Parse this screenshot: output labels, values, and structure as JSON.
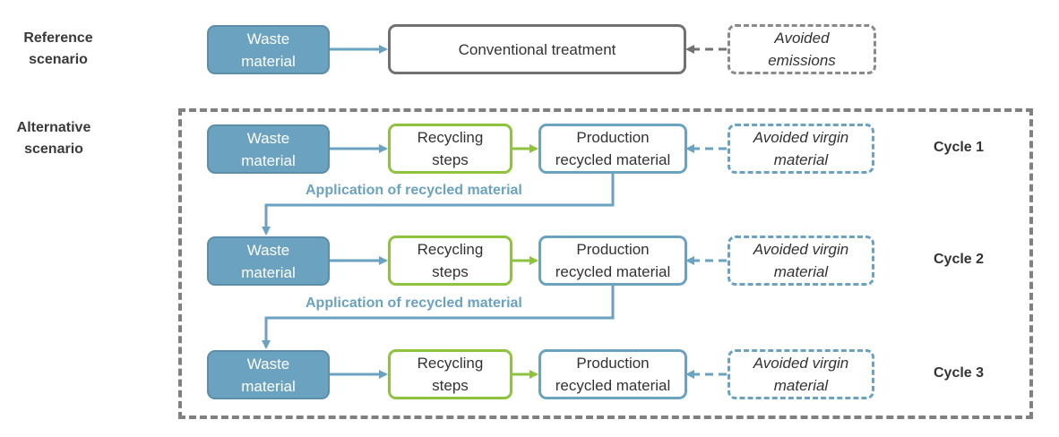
{
  "colors": {
    "waste_fill": "#6aa2bf",
    "blue_line": "#6aa2bf",
    "green_line": "#8fc23f",
    "grey_line": "#717171",
    "grey_dash": "#8a8a8a"
  },
  "reference": {
    "label_line1": "Reference",
    "label_line2": "scenario",
    "waste_line1": "Waste",
    "waste_line2": "material",
    "treatment": "Conventional treatment",
    "avoided_line1": "Avoided",
    "avoided_line2": "emissions"
  },
  "alternative": {
    "label_line1": "Alternative",
    "label_line2": "scenario",
    "application_label": "Application of recycled material",
    "cycles": [
      {
        "label": "Cycle 1",
        "waste_line1": "Waste",
        "waste_line2": "material",
        "recycling_line1": "Recycling",
        "recycling_line2": "steps",
        "production_line1": "Production",
        "production_line2": "recycled material",
        "avoided_line1": "Avoided virgin",
        "avoided_line2": "material"
      },
      {
        "label": "Cycle 2",
        "waste_line1": "Waste",
        "waste_line2": "material",
        "recycling_line1": "Recycling",
        "recycling_line2": "steps",
        "production_line1": "Production",
        "production_line2": "recycled material",
        "avoided_line1": "Avoided virgin",
        "avoided_line2": "material"
      },
      {
        "label": "Cycle 3",
        "waste_line1": "Waste",
        "waste_line2": "material",
        "recycling_line1": "Recycling",
        "recycling_line2": "steps",
        "production_line1": "Production",
        "production_line2": "recycled material",
        "avoided_line1": "Avoided virgin",
        "avoided_line2": "material"
      }
    ]
  }
}
